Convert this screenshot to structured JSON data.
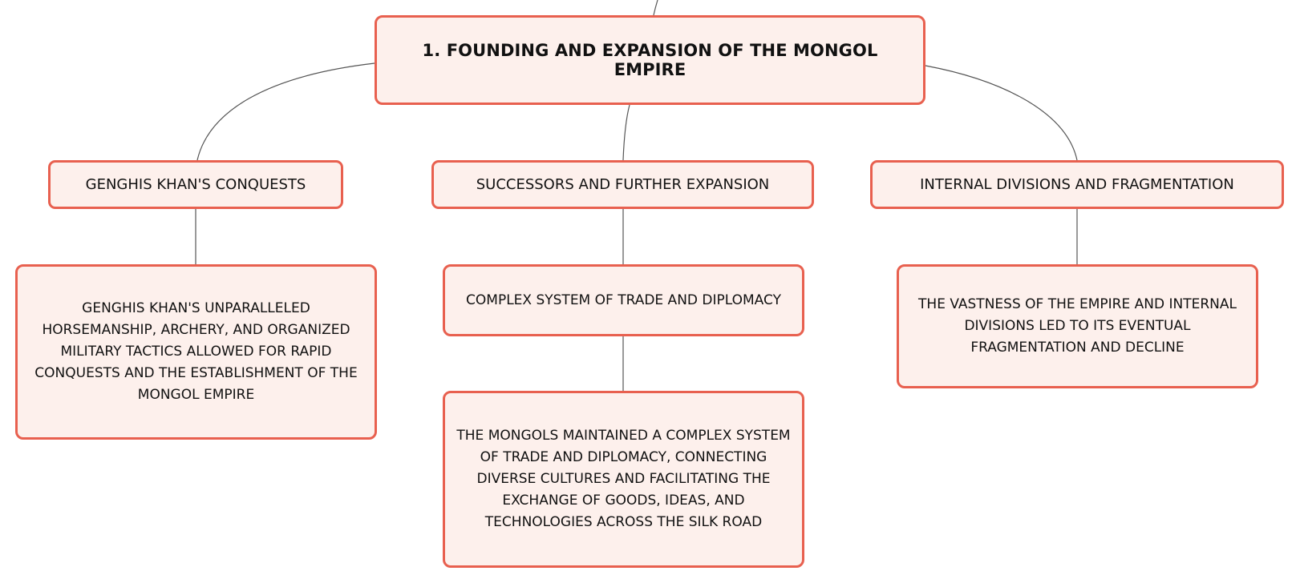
{
  "diagram": {
    "root": {
      "label": "1. FOUNDING AND EXPANSION OF THE MONGOL EMPIRE"
    },
    "branches": [
      {
        "label": "GENGHIS KHAN'S CONQUESTS",
        "children": [
          "GENGHIS KHAN'S UNPARALLELED HORSEMANSHIP, ARCHERY, AND ORGANIZED MILITARY TACTICS ALLOWED FOR RAPID CONQUESTS AND THE ESTABLISHMENT OF THE MONGOL EMPIRE"
        ]
      },
      {
        "label": "SUCCESSORS AND FURTHER EXPANSION",
        "children": [
          "COMPLEX SYSTEM OF TRADE AND DIPLOMACY",
          "THE MONGOLS MAINTAINED A COMPLEX SYSTEM OF TRADE AND DIPLOMACY, CONNECTING DIVERSE CULTURES AND FACILITATING THE EXCHANGE OF GOODS, IDEAS, AND TECHNOLOGIES ACROSS THE SILK ROAD"
        ]
      },
      {
        "label": "INTERNAL DIVISIONS AND FRAGMENTATION",
        "children": [
          "THE VASTNESS OF THE EMPIRE AND INTERNAL DIVISIONS LED TO ITS EVENTUAL FRAGMENTATION AND DECLINE"
        ]
      }
    ]
  },
  "colors": {
    "node_fill": "#fdf0ec",
    "node_border": "#e8604f",
    "connector": "#555555",
    "text": "#111111"
  }
}
